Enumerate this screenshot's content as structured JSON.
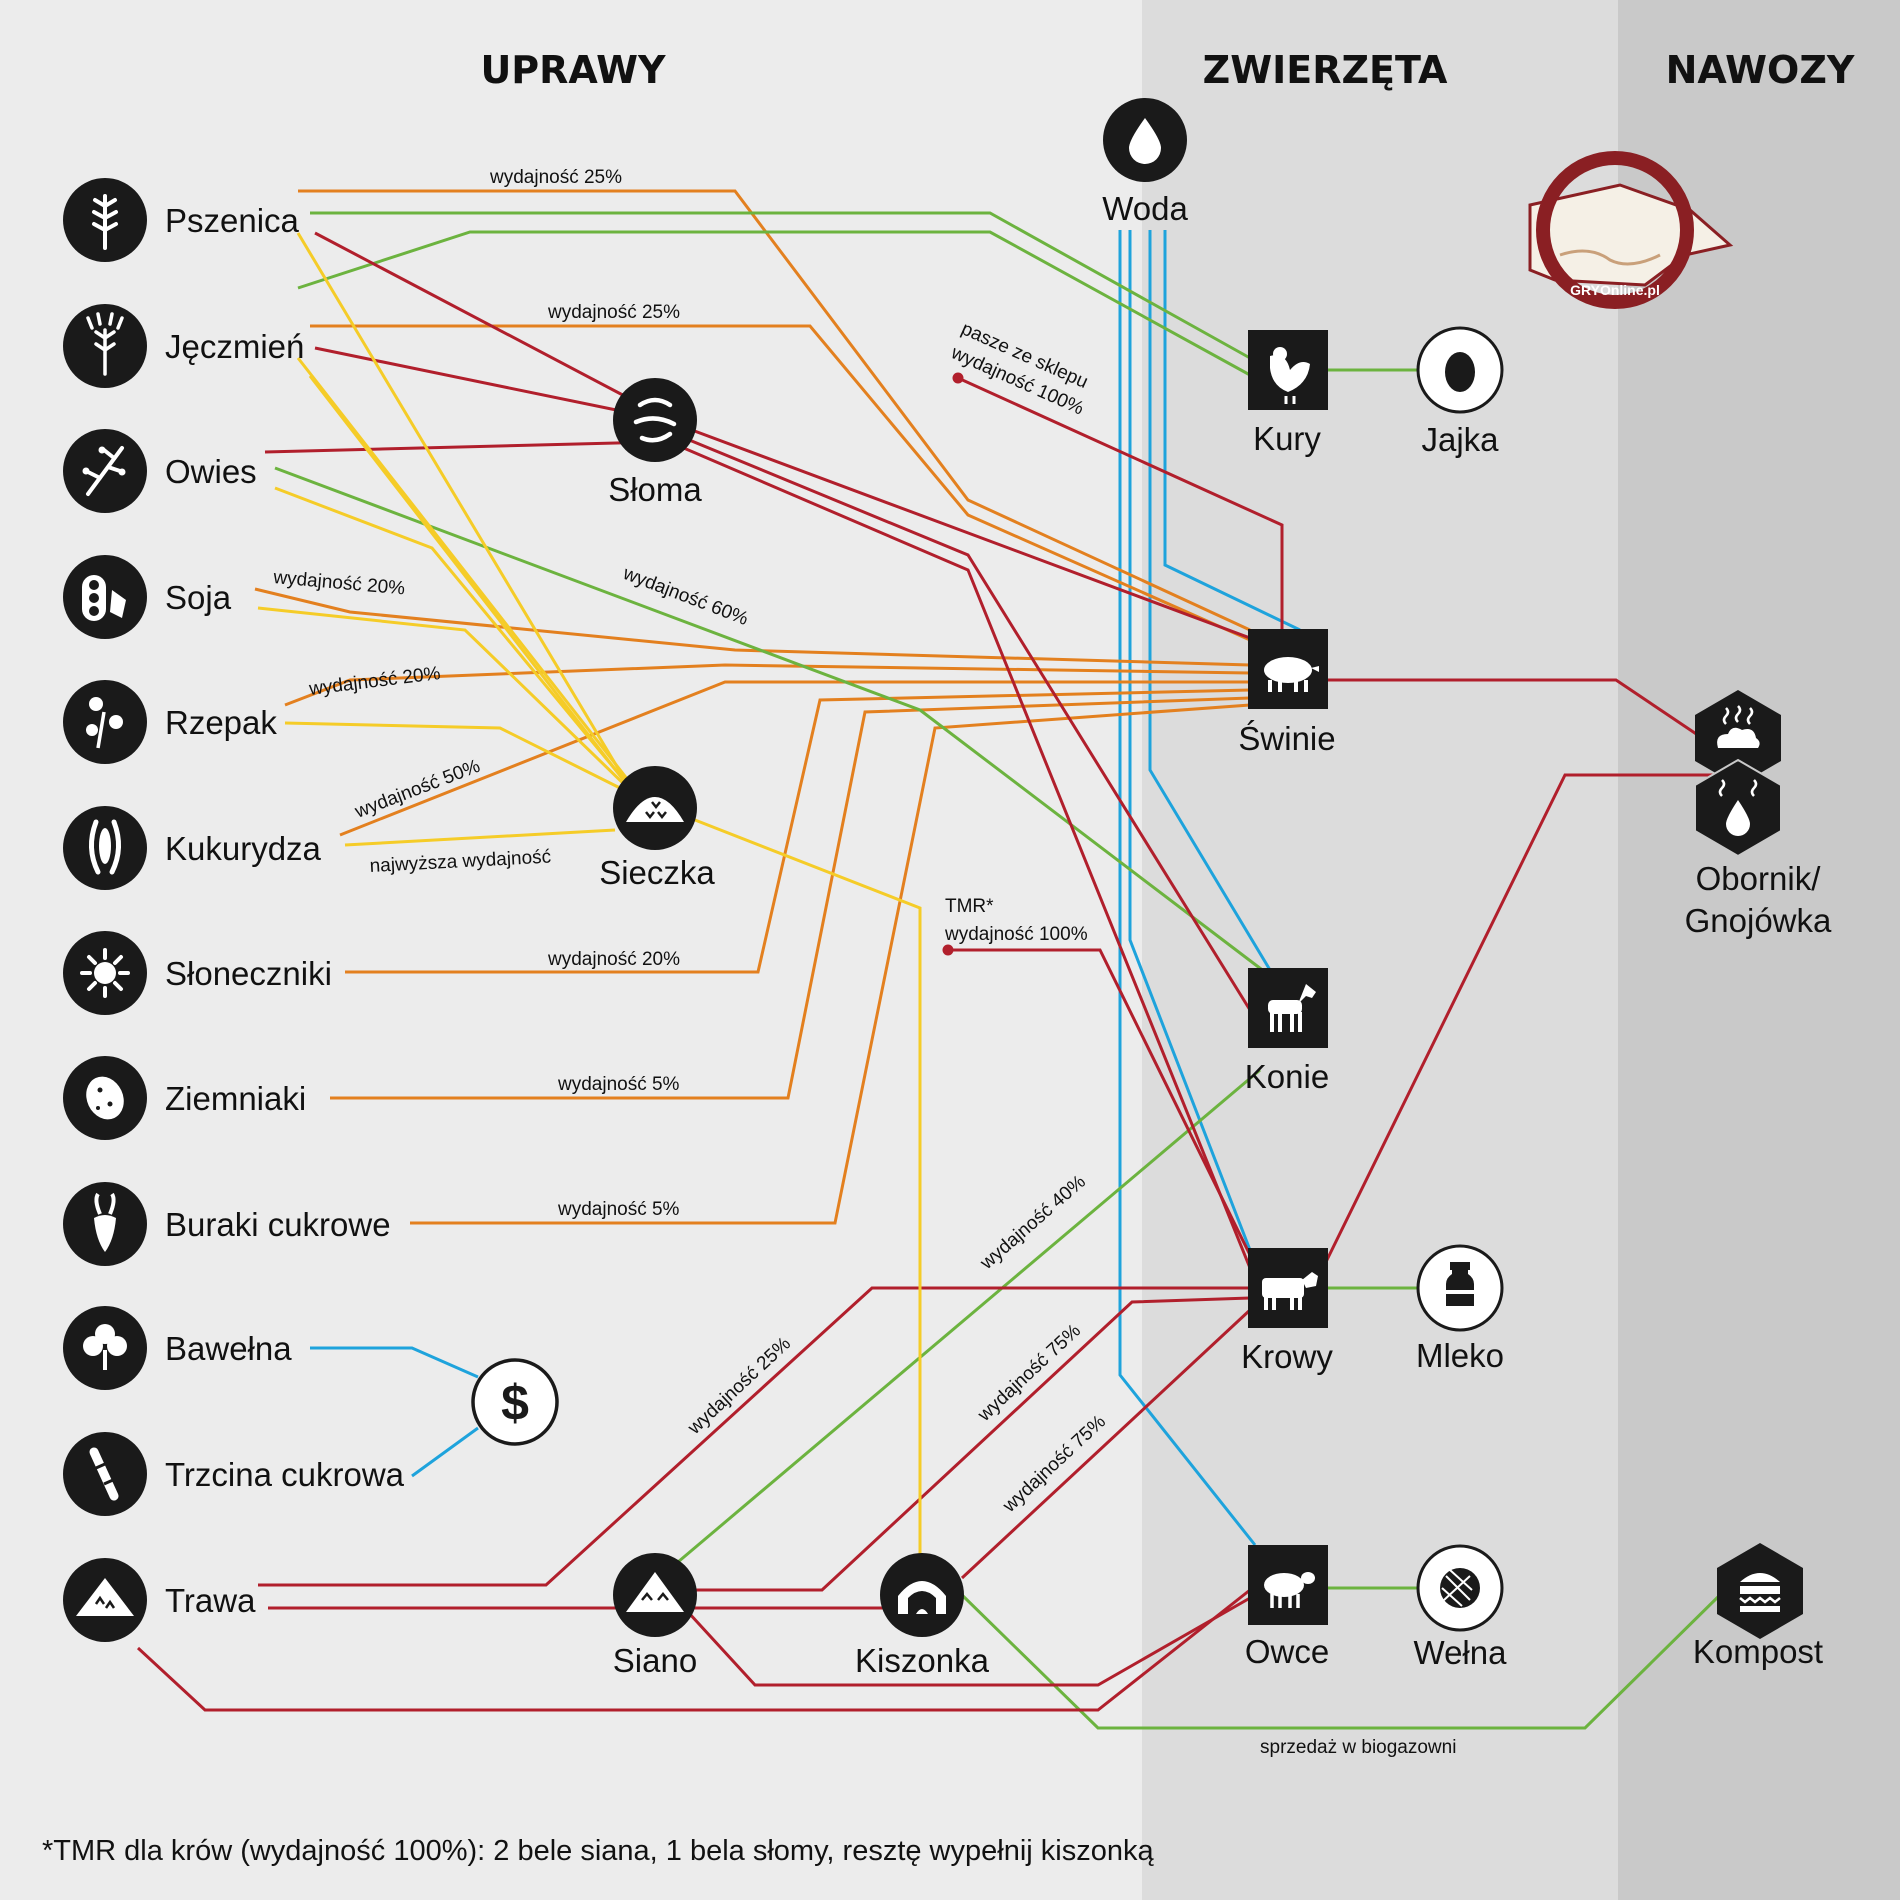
{
  "sections": {
    "crops": "UPRAWY",
    "animals": "ZWIERZĘTA",
    "fertilizers": "NAWOZY"
  },
  "crops": [
    {
      "name": "Pszenica",
      "icon": "wheat-icon"
    },
    {
      "name": "Jęczmień",
      "icon": "barley-icon"
    },
    {
      "name": "Owies",
      "icon": "oat-icon"
    },
    {
      "name": "Soja",
      "icon": "soy-icon"
    },
    {
      "name": "Rzepak",
      "icon": "canola-icon"
    },
    {
      "name": "Kukurydza",
      "icon": "corn-icon"
    },
    {
      "name": "Słoneczniki",
      "icon": "sunflower-icon"
    },
    {
      "name": "Ziemniaki",
      "icon": "potato-icon"
    },
    {
      "name": "Buraki cukrowe",
      "icon": "sugar-beet-icon"
    },
    {
      "name": "Bawełna",
      "icon": "cotton-icon"
    },
    {
      "name": "Trzcina cukrowa",
      "icon": "sugarcane-icon"
    },
    {
      "name": "Trawa",
      "icon": "grass-icon"
    }
  ],
  "intermediates": {
    "straw": "Słoma",
    "chaff": "Sieczka",
    "hay": "Siano",
    "silage": "Kiszonka",
    "money": "$",
    "water": "Woda"
  },
  "animals": {
    "chickens": "Kury",
    "pigs": "Świnie",
    "horses": "Konie",
    "cows": "Krowy",
    "sheep": "Owce"
  },
  "products": {
    "eggs": "Jajka",
    "milk": "Mleko",
    "wool": "Wełna"
  },
  "fertilizers": {
    "manure": "Obornik/",
    "slurry": "Gnojówka",
    "compost": "Kompost"
  },
  "line_labels": {
    "wheat_yield": "wydajność 25%",
    "barley_yield": "wydajność 25%",
    "shop_feed_1": "pasze ze sklepu",
    "shop_feed_2": "wydajność 100%",
    "oat_yield": "wydajność 60%",
    "soy_yield": "wydajność 20%",
    "canola_yield": "wydajność 20%",
    "corn_yield": "wydajność 50%",
    "corn_best": "najwyższa wydajność",
    "tmr_1": "TMR*",
    "tmr_2": "wydajność 100%",
    "sunflower_yield": "wydajność 20%",
    "potato_yield": "wydajność 5%",
    "beet_yield": "wydajność 5%",
    "hay_horses": "wydajność 40%",
    "grass_cows": "wydajność 25%",
    "hay_cows": "wydajność 75%",
    "silage_cows": "wydajność 75%",
    "biogas": "sprzedaż w  biogazowni"
  },
  "footer": "*TMR dla krów (wydajność 100%): 2 bele siana, 1 bela słomy, resztę wypełnij kiszonką",
  "watermark": "GRYOnline.pl",
  "colors": {
    "orange": "#e3801f",
    "green": "#6cb33f",
    "red": "#b11f2c",
    "yellow": "#f5cc28",
    "blue": "#1ea3dc",
    "icon": "#1a1a1a"
  }
}
